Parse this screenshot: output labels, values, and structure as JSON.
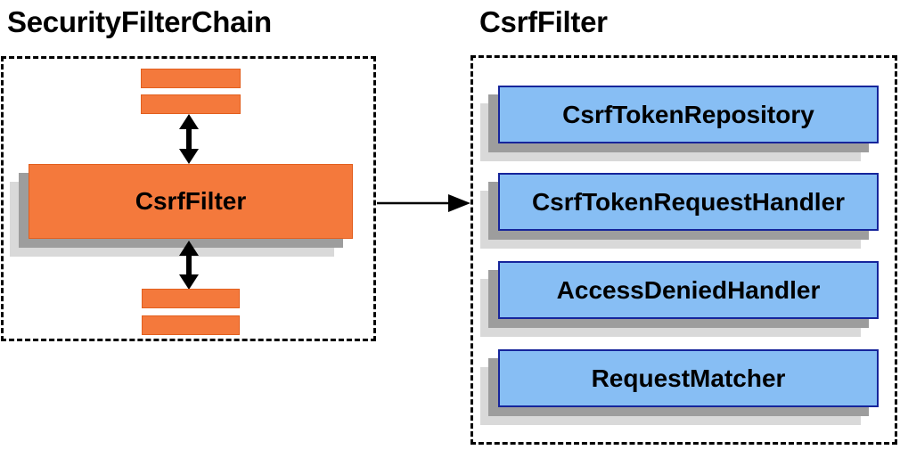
{
  "left_panel": {
    "title": "SecurityFilterChain",
    "filter_box": {
      "label": "CsrfFilter"
    }
  },
  "right_panel": {
    "title": "CsrfFilter",
    "components": [
      {
        "label": "CsrfTokenRepository"
      },
      {
        "label": "CsrfTokenRequestHandler"
      },
      {
        "label": "AccessDeniedHandler"
      },
      {
        "label": "RequestMatcher"
      }
    ]
  },
  "colors": {
    "background": "#FFFFFF",
    "title_text": "#000000",
    "panel_border": "#000000",
    "orange_fill": "#F4793C",
    "orange_border": "#E25F1E",
    "blue_fill": "#87BEF4",
    "blue_border": "#16259B",
    "shadow_dark": "#9D9D9D",
    "shadow_light": "#D9D9D9",
    "arrow": "#000000"
  }
}
